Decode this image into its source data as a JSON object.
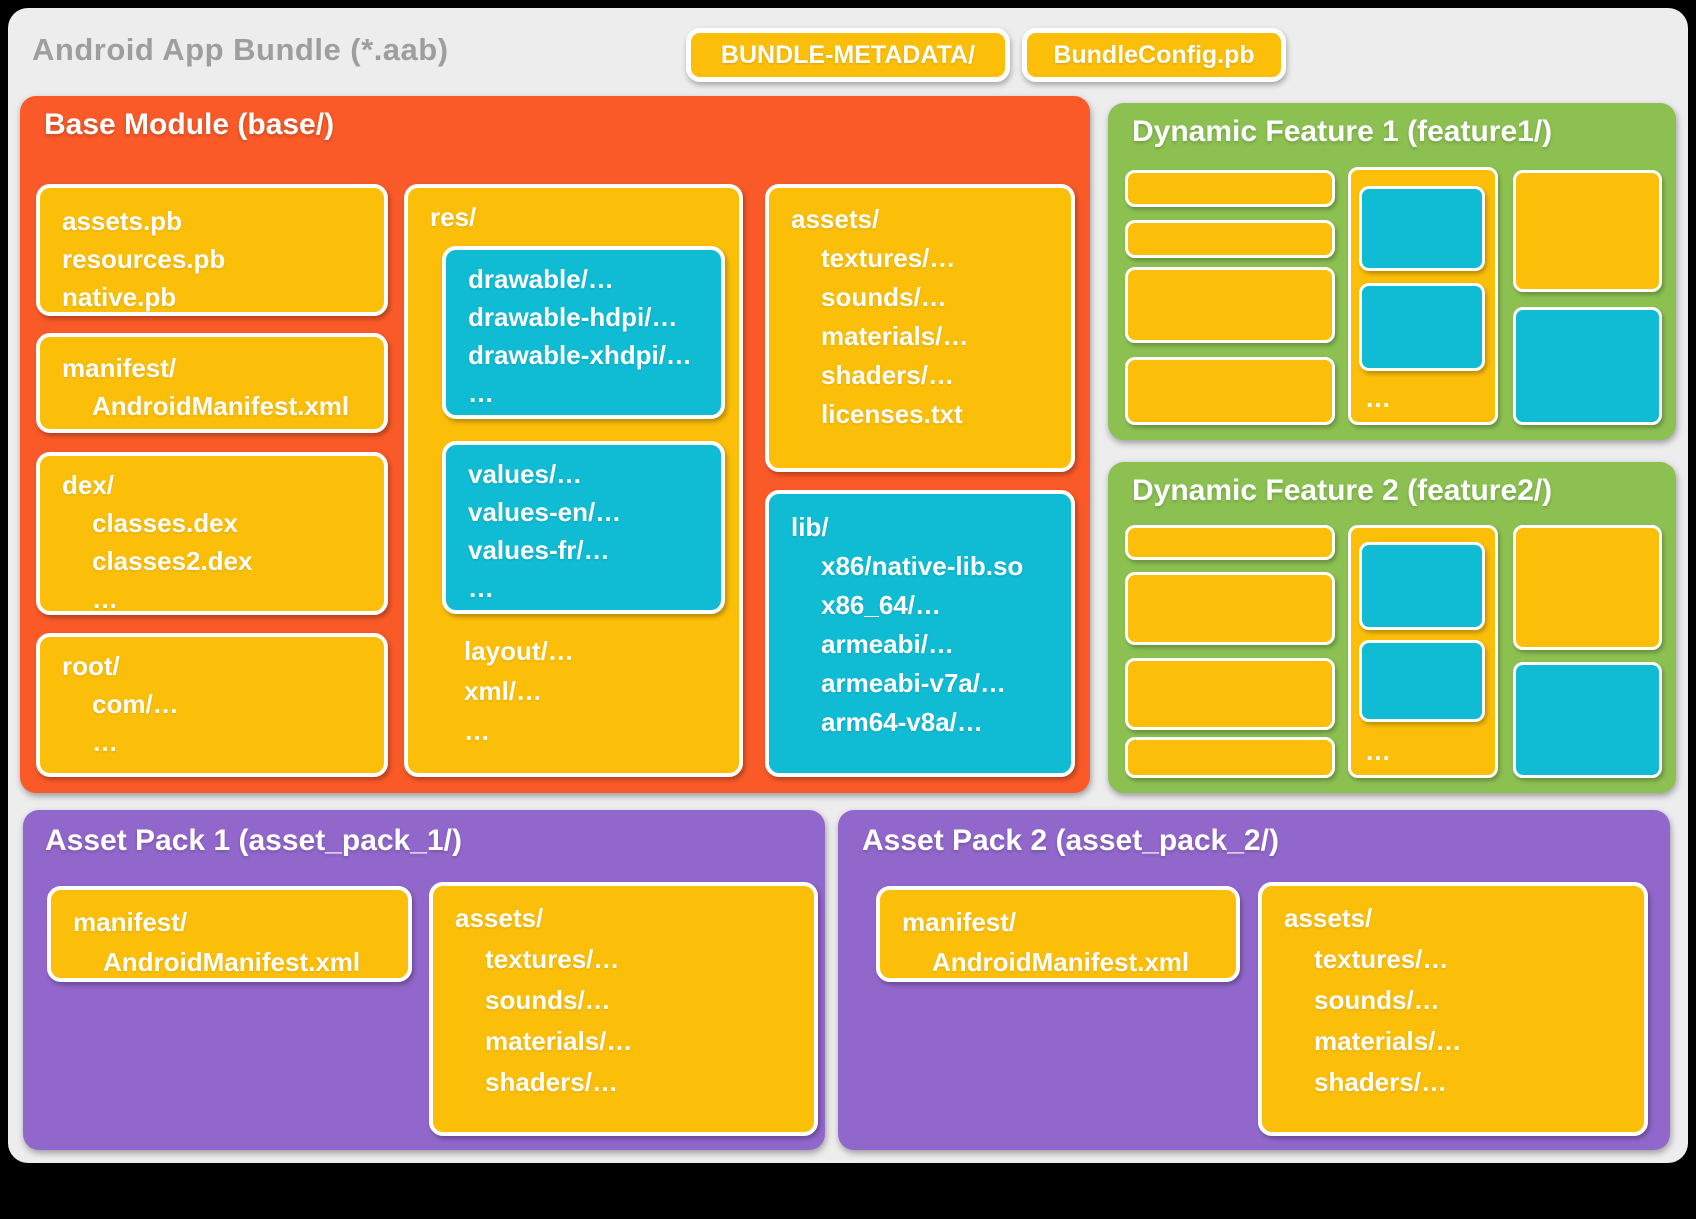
{
  "title": "Android App Bundle (*.aab)",
  "top_chips": {
    "metadata": "BUNDLE-METADATA/",
    "config": "BundleConfig.pb"
  },
  "base_module": {
    "title": "Base Module (base/)",
    "pb_box": [
      "assets.pb",
      "resources.pb",
      "native.pb"
    ],
    "manifest_box": [
      "manifest/",
      "AndroidManifest.xml"
    ],
    "dex_box": [
      "dex/",
      "classes.dex",
      "classes2.dex",
      "…"
    ],
    "root_box": [
      "root/",
      "com/…",
      "…"
    ],
    "res_box": {
      "label": "res/",
      "drawable_box": [
        "drawable/…",
        "drawable-hdpi/…",
        "drawable-xhdpi/…",
        "…"
      ],
      "values_box": [
        "values/…",
        "values-en/…",
        "values-fr/…",
        "…"
      ],
      "extra": [
        "layout/…",
        "xml/…",
        "…"
      ]
    },
    "assets_box": [
      "assets/",
      "textures/…",
      "sounds/…",
      "materials/…",
      "shaders/…",
      "licenses.txt"
    ],
    "lib_box": [
      "lib/",
      "x86/native-lib.so",
      "x86_64/…",
      "armeabi/…",
      "armeabi-v7a/…",
      "arm64-v8a/…"
    ]
  },
  "feature1": {
    "title": "Dynamic Feature 1 (feature1/)",
    "ellipsis": "…"
  },
  "feature2": {
    "title": "Dynamic Feature 2 (feature2/)",
    "ellipsis": "…"
  },
  "asset_pack_1": {
    "title": "Asset Pack 1 (asset_pack_1/)",
    "manifest_box": [
      "manifest/",
      "AndroidManifest.xml"
    ],
    "assets_box": [
      "assets/",
      "textures/…",
      "sounds/…",
      "materials/…",
      "shaders/…"
    ]
  },
  "asset_pack_2": {
    "title": "Asset Pack 2 (asset_pack_2/)",
    "manifest_box": [
      "manifest/",
      "AndroidManifest.xml"
    ],
    "assets_box": [
      "assets/",
      "textures/…",
      "sounds/…",
      "materials/…",
      "shaders/…"
    ]
  },
  "colors": {
    "orange": "#FA5A28",
    "yellow": "#FCBF09",
    "cyan": "#0FBCD4",
    "green": "#8CC152",
    "purple": "#9267CC",
    "background": "#EDEDEE",
    "title_text": "#9E9E9E",
    "box_text": "#FFFFFF"
  }
}
